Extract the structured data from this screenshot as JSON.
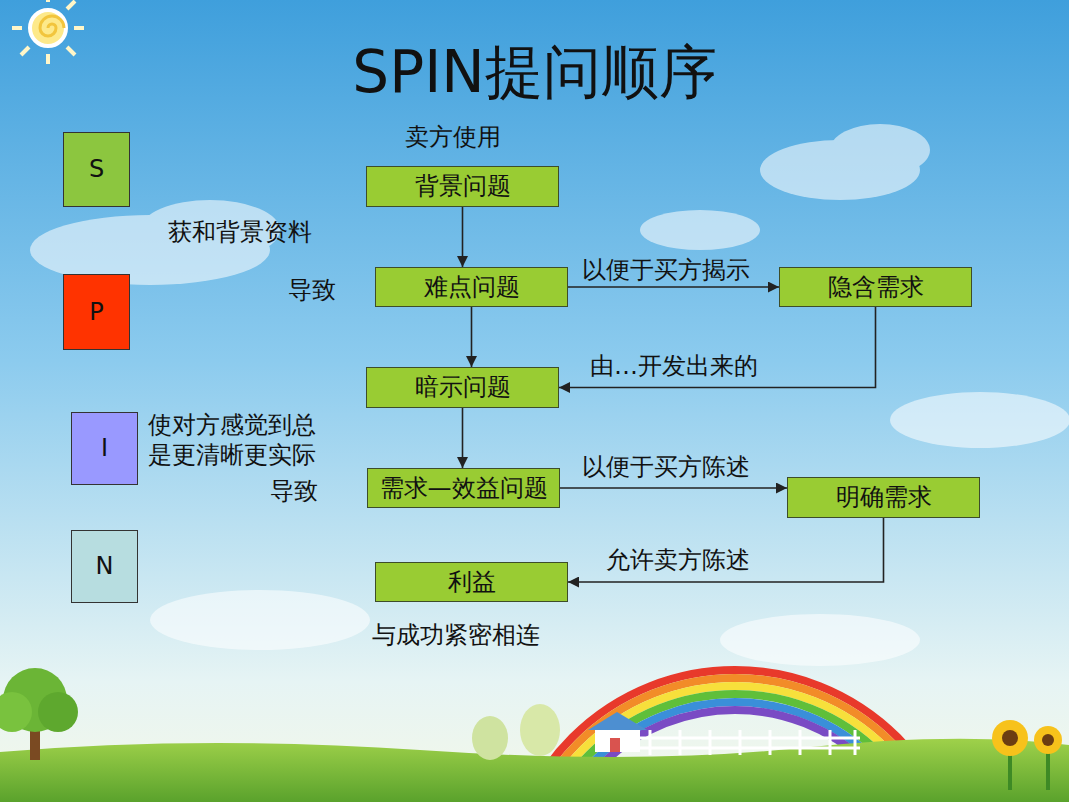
{
  "diagram": {
    "title": "SPIN提问顺序",
    "nodes": [
      {
        "text": [
          "S"
        ]
      },
      {
        "text": [
          "背景问题"
        ]
      },
      {
        "text": [
          "P"
        ]
      },
      {
        "text": [
          "难点问题"
        ]
      },
      {
        "text": [
          "隐含需求"
        ]
      },
      {
        "text": [
          "暗示问题"
        ]
      },
      {
        "text": [
          "I"
        ]
      },
      {
        "text": [
          "需求—效益问题"
        ]
      },
      {
        "text": [
          "明确需求"
        ]
      },
      {
        "text": [
          "N"
        ]
      },
      {
        "text": [
          "利益"
        ]
      }
    ],
    "edges": [
      {
        "from": 1,
        "to": 3,
        "arrow": "to"
      },
      {
        "from": 3,
        "to": 4,
        "label": "以便于买方揭示",
        "arrow": "to"
      },
      {
        "from": 3,
        "to": 5,
        "arrow": "to"
      },
      {
        "from": 4,
        "to": 5,
        "label": "由…开发出来的",
        "arrow": "to"
      },
      {
        "from": 5,
        "to": 7,
        "arrow": "to"
      },
      {
        "from": 7,
        "to": 8,
        "label": "以便于买方陈述",
        "arrow": "to"
      },
      {
        "from": 8,
        "to": 10,
        "label": "允许卖方陈述",
        "arrow": "to"
      }
    ],
    "labels": [
      "卖方使用",
      "获和背景资料",
      "导致",
      "使对方感觉到总 是更清晰更实际",
      "导致",
      "与成功紧密相连"
    ]
  }
}
